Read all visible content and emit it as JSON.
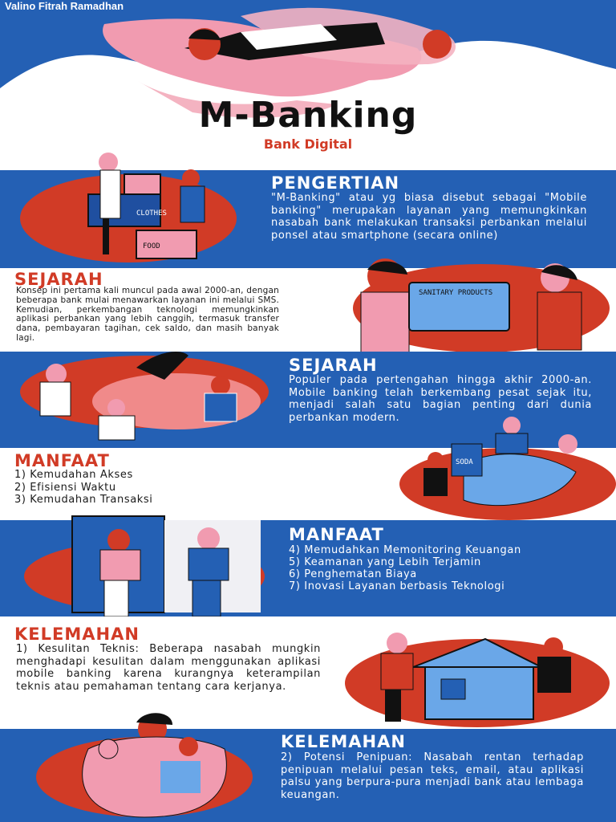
{
  "author": "Valino Fitrah Ramadhan",
  "title": "M-Banking",
  "subtitle": "Bank Digital",
  "sections": {
    "pengertian": {
      "heading": "PENGERTIAN",
      "body": "\"M-Banking\" atau yg biasa disebut sebagai \"Mobile banking\" merupakan layanan yang memungkinkan nasabah bank melakukan transaksi perbankan melalui ponsel atau smartphone (secara online)"
    },
    "sejarah1": {
      "heading": "SEJARAH",
      "body": "Konsep ini pertama kali muncul pada awal 2000-an, dengan beberapa bank mulai menawarkan layanan ini melalui SMS. Kemudian, perkembangan teknologi memungkinkan aplikasi perbankan yang lebih canggih, termasuk transfer dana, pembayaran tagihan, cek saldo, dan masih banyak lagi."
    },
    "sejarah2": {
      "heading": "SEJARAH",
      "body": "Populer pada pertengahan hingga akhir 2000-an. Mobile banking telah berkembang pesat sejak itu, menjadi salah satu bagian penting dari dunia perbankan modern."
    },
    "manfaat1": {
      "heading": "MANFAAT",
      "items": [
        "1) Kemudahan Akses",
        "2) Efisiensi Waktu",
        "3) Kemudahan Transaksi"
      ]
    },
    "manfaat2": {
      "heading": "MANFAAT",
      "items": [
        "4) Memudahkan Memonitoring Keuangan",
        "5) Keamanan yang Lebih Terjamin",
        "6) Penghematan Biaya",
        "7) Inovasi Layanan berbasis Teknologi"
      ]
    },
    "kelemahan1": {
      "heading": "KELEMAHAN",
      "body": "1) Kesulitan Teknis: Beberapa nasabah mungkin menghadapi kesulitan dalam menggunakan aplikasi mobile banking karena kurangnya keterampilan teknis atau pemahaman tentang cara kerjanya."
    },
    "kelemahan2": {
      "heading": "KELEMAHAN",
      "body": "2) Potensi Penipuan: Nasabah rentan terhadap penipuan melalui pesan teks, email, atau aplikasi palsu yang berpura-pura menjadi bank atau lembaga keuangan."
    }
  },
  "illustration_text": {
    "box_clothes": "CLOTHES",
    "box_food": "FOOD",
    "box_sanitary": "SANITARY PRODUCTS",
    "box_soda": "SODA"
  },
  "colors": {
    "blue": "#2460b4",
    "red": "#d13b26",
    "pink": "#f19bb0",
    "black": "#111111",
    "white": "#ffffff"
  }
}
